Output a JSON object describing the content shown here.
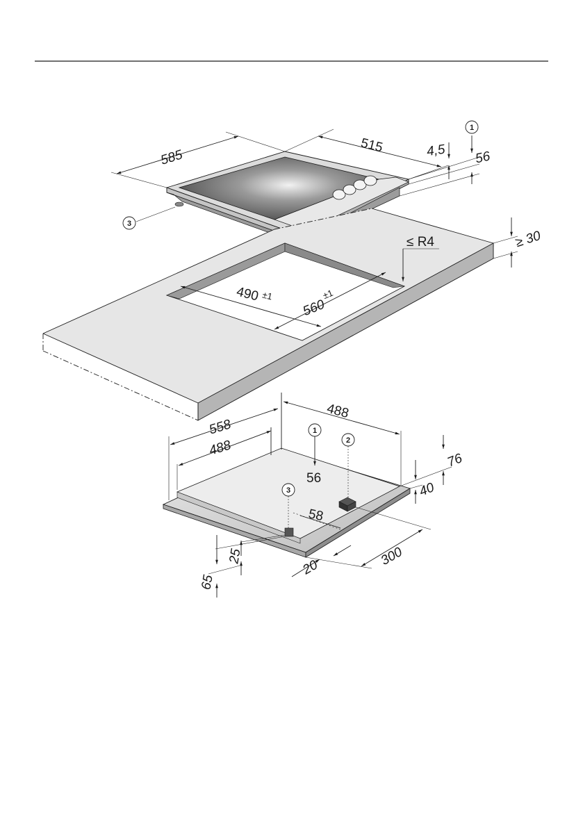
{
  "diagram": {
    "callouts": {
      "c1": "1",
      "c2": "2",
      "c3": "3"
    },
    "hob": {
      "width": "585",
      "depth": "515",
      "frame_height": "4,5",
      "total_height": "56"
    },
    "worktop": {
      "min_thickness": "≥ 30",
      "corner_radius": "≤ R4",
      "cutout_depth": "490",
      "cutout_depth_tol": "±1",
      "cutout_width": "560",
      "cutout_width_tol": "±1"
    },
    "underside": {
      "width": "558",
      "inner_width": "488",
      "depth": "488",
      "box_height": "56",
      "height_76": "76",
      "height_40": "40",
      "offset_58": "58",
      "distance_300": "300",
      "distance_20": "20",
      "height_25": "25",
      "height_65": "65"
    },
    "colors": {
      "line": "#1a1a1a",
      "worktop_top": "#e4e4e4",
      "worktop_edge": "#b9b9b9",
      "hob_frame": "#d8d8d8",
      "glass_dark": "#4a4a4a",
      "underside_tray": "#d0d0d0"
    }
  }
}
